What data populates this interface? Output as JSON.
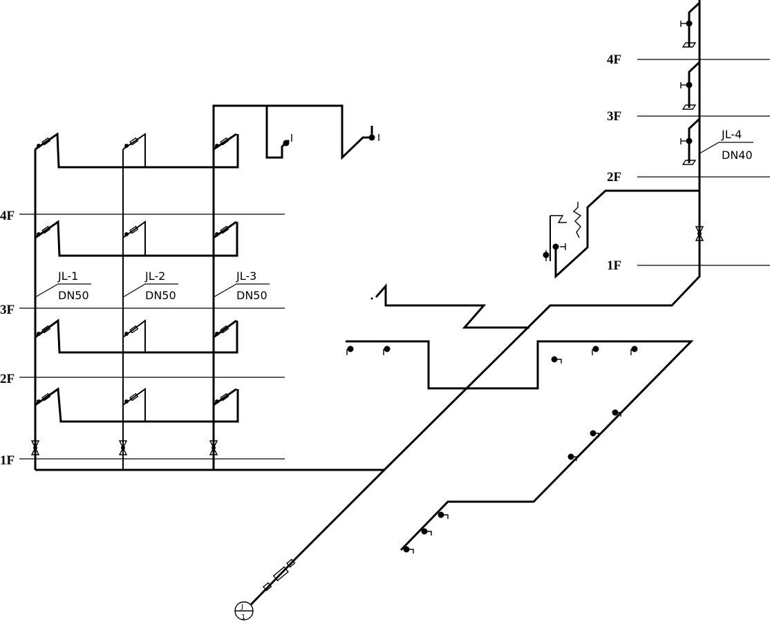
{
  "floors_left": [
    "4F",
    "3F",
    "2F",
    "1F"
  ],
  "floors_right": [
    "4F",
    "3F",
    "2F",
    "1F"
  ],
  "risers": [
    {
      "id": "JL-1",
      "size": "DN50"
    },
    {
      "id": "JL-2",
      "size": "DN50"
    },
    {
      "id": "JL-3",
      "size": "DN50"
    },
    {
      "id": "JL-4",
      "size": "DN40"
    }
  ],
  "inlet": {
    "top": "J",
    "bottom": "1"
  }
}
